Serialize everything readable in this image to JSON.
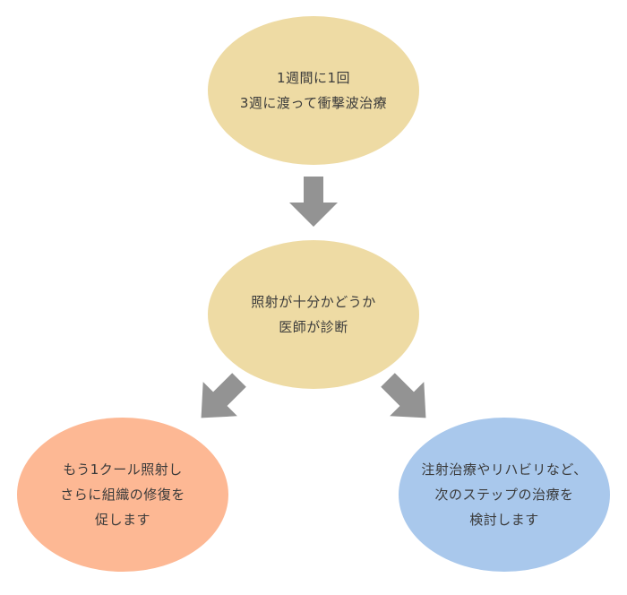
{
  "colors": {
    "top_node": "#eedba4",
    "mid_node": "#eedba4",
    "left_node": "#fdb894",
    "right_node": "#a9c8ec",
    "arrow": "#939393",
    "text": "#3a3a3a"
  },
  "nodes": {
    "top": {
      "lines": [
        "1週間に1回",
        "3週に渡って衝撃波治療"
      ]
    },
    "middle": {
      "lines": [
        "照射が十分かどうか",
        "医師が診断"
      ]
    },
    "left": {
      "lines": [
        "もう1クール照射し",
        "さらに組織の修復を",
        "促します"
      ]
    },
    "right": {
      "lines": [
        "注射治療やリハビリなど、",
        "次のステップの治療を",
        "検討します"
      ]
    }
  }
}
